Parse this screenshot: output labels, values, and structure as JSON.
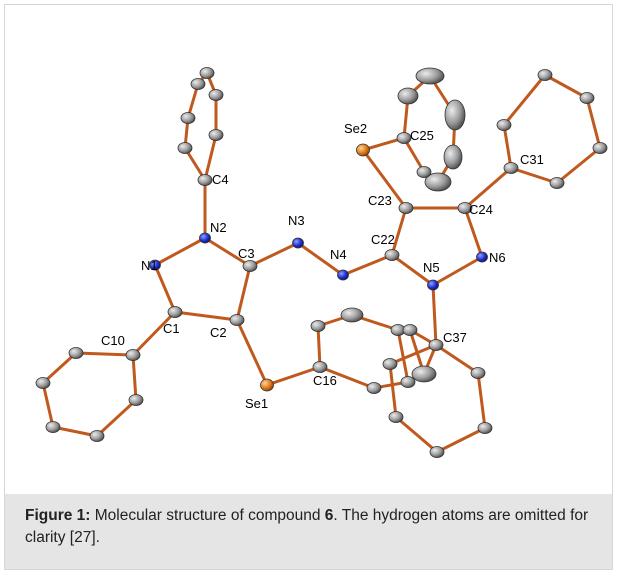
{
  "figure": {
    "atom_labels": [
      {
        "id": "N1",
        "text": "N1"
      },
      {
        "id": "N2",
        "text": "N2"
      },
      {
        "id": "N3",
        "text": "N3"
      },
      {
        "id": "N4",
        "text": "N4"
      },
      {
        "id": "N5",
        "text": "N5"
      },
      {
        "id": "N6",
        "text": "N6"
      },
      {
        "id": "C1",
        "text": "C1"
      },
      {
        "id": "C2",
        "text": "C2"
      },
      {
        "id": "C3",
        "text": "C3"
      },
      {
        "id": "C4",
        "text": "C4"
      },
      {
        "id": "C10",
        "text": "C10"
      },
      {
        "id": "C16",
        "text": "C16"
      },
      {
        "id": "C22",
        "text": "C22"
      },
      {
        "id": "C23",
        "text": "C23"
      },
      {
        "id": "C24",
        "text": "C24"
      },
      {
        "id": "C25",
        "text": "C25"
      },
      {
        "id": "C31",
        "text": "C31"
      },
      {
        "id": "C37",
        "text": "C37"
      },
      {
        "id": "Se1",
        "text": "Se1"
      },
      {
        "id": "Se2",
        "text": "Se2"
      }
    ],
    "colors": {
      "bond": "#c0591e",
      "carbon": "#8a8a8a",
      "nitrogen": "#1f2fd0",
      "selenium": "#e07a1a"
    }
  },
  "caption": {
    "label": "Figure 1:",
    "text_before": " Molecular structure of compound ",
    "compound": "6",
    "text_after": ". The hydrogen atoms are omitted for clarity [27]."
  }
}
